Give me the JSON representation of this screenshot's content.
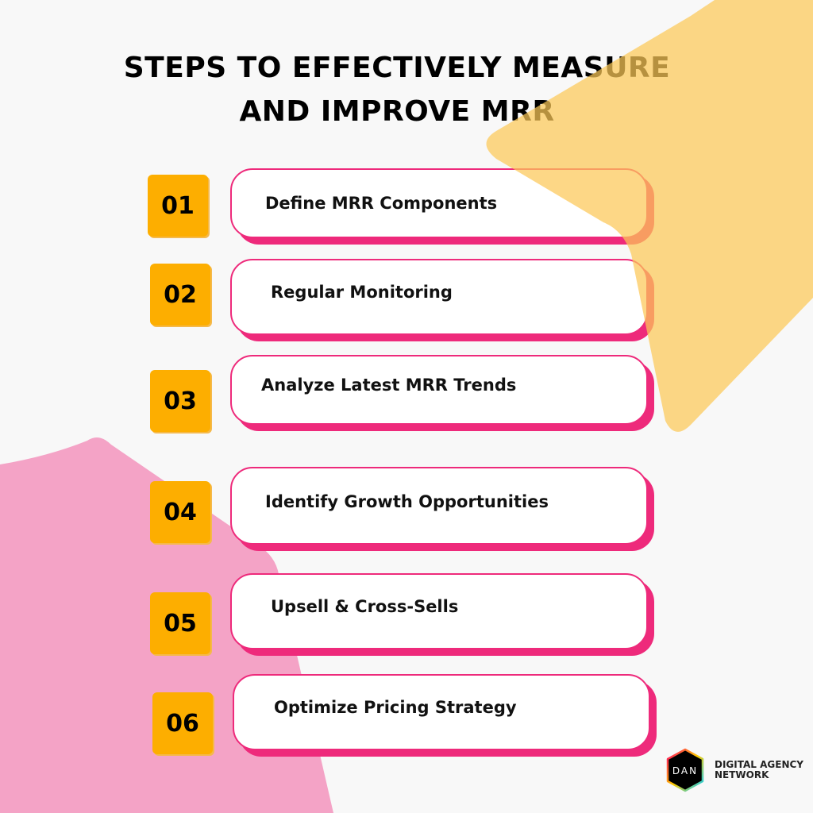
{
  "title": {
    "line1": "STEPS TO EFFECTIVELY MEASURE",
    "line2": "AND IMPROVE MRR"
  },
  "steps": [
    {
      "number": "01",
      "label": "Define MRR Components"
    },
    {
      "number": "02",
      "label": "Regular Monitoring"
    },
    {
      "number": "03",
      "label": "Analyze Latest MRR Trends"
    },
    {
      "number": "04",
      "label": "Identify Growth Opportunities"
    },
    {
      "number": "05",
      "label": "Upsell & Cross-Sells"
    },
    {
      "number": "06",
      "label": "Optimize Pricing Strategy"
    }
  ],
  "logo": {
    "mark": "DAN",
    "line1": "DIGITAL AGENCY",
    "line2": "NETWORK"
  },
  "colors": {
    "badge": "#fdae00",
    "card_border": "#ee2a7b",
    "yellow_blob": "#fdc958",
    "pink_blob": "#f4a3c6"
  }
}
